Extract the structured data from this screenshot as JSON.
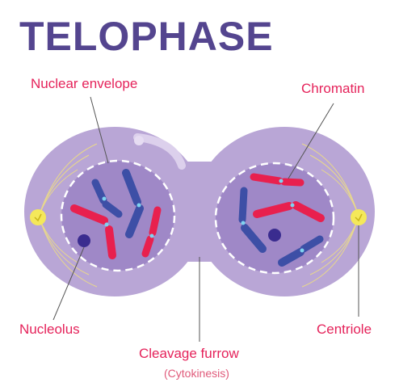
{
  "title": "TELOPHASE",
  "labels": {
    "nuclear_envelope": "Nuclear envelope",
    "chromatin": "Chromatin",
    "nucleolus": "Nucleolus",
    "centriole": "Centriole",
    "cleavage_furrow": "Cleavage furrow",
    "cytokinesis": "(Cytokinesis)"
  },
  "colors": {
    "title": "#54458f",
    "label": "#e5225a",
    "cell": "#b9a6d6",
    "nucleus": "#9f88c7",
    "chromosome_red": "#e8204e",
    "chromosome_blue": "#3d4fa6",
    "nucleolus": "#3a2c8f",
    "centriole": "#f4e85a"
  }
}
